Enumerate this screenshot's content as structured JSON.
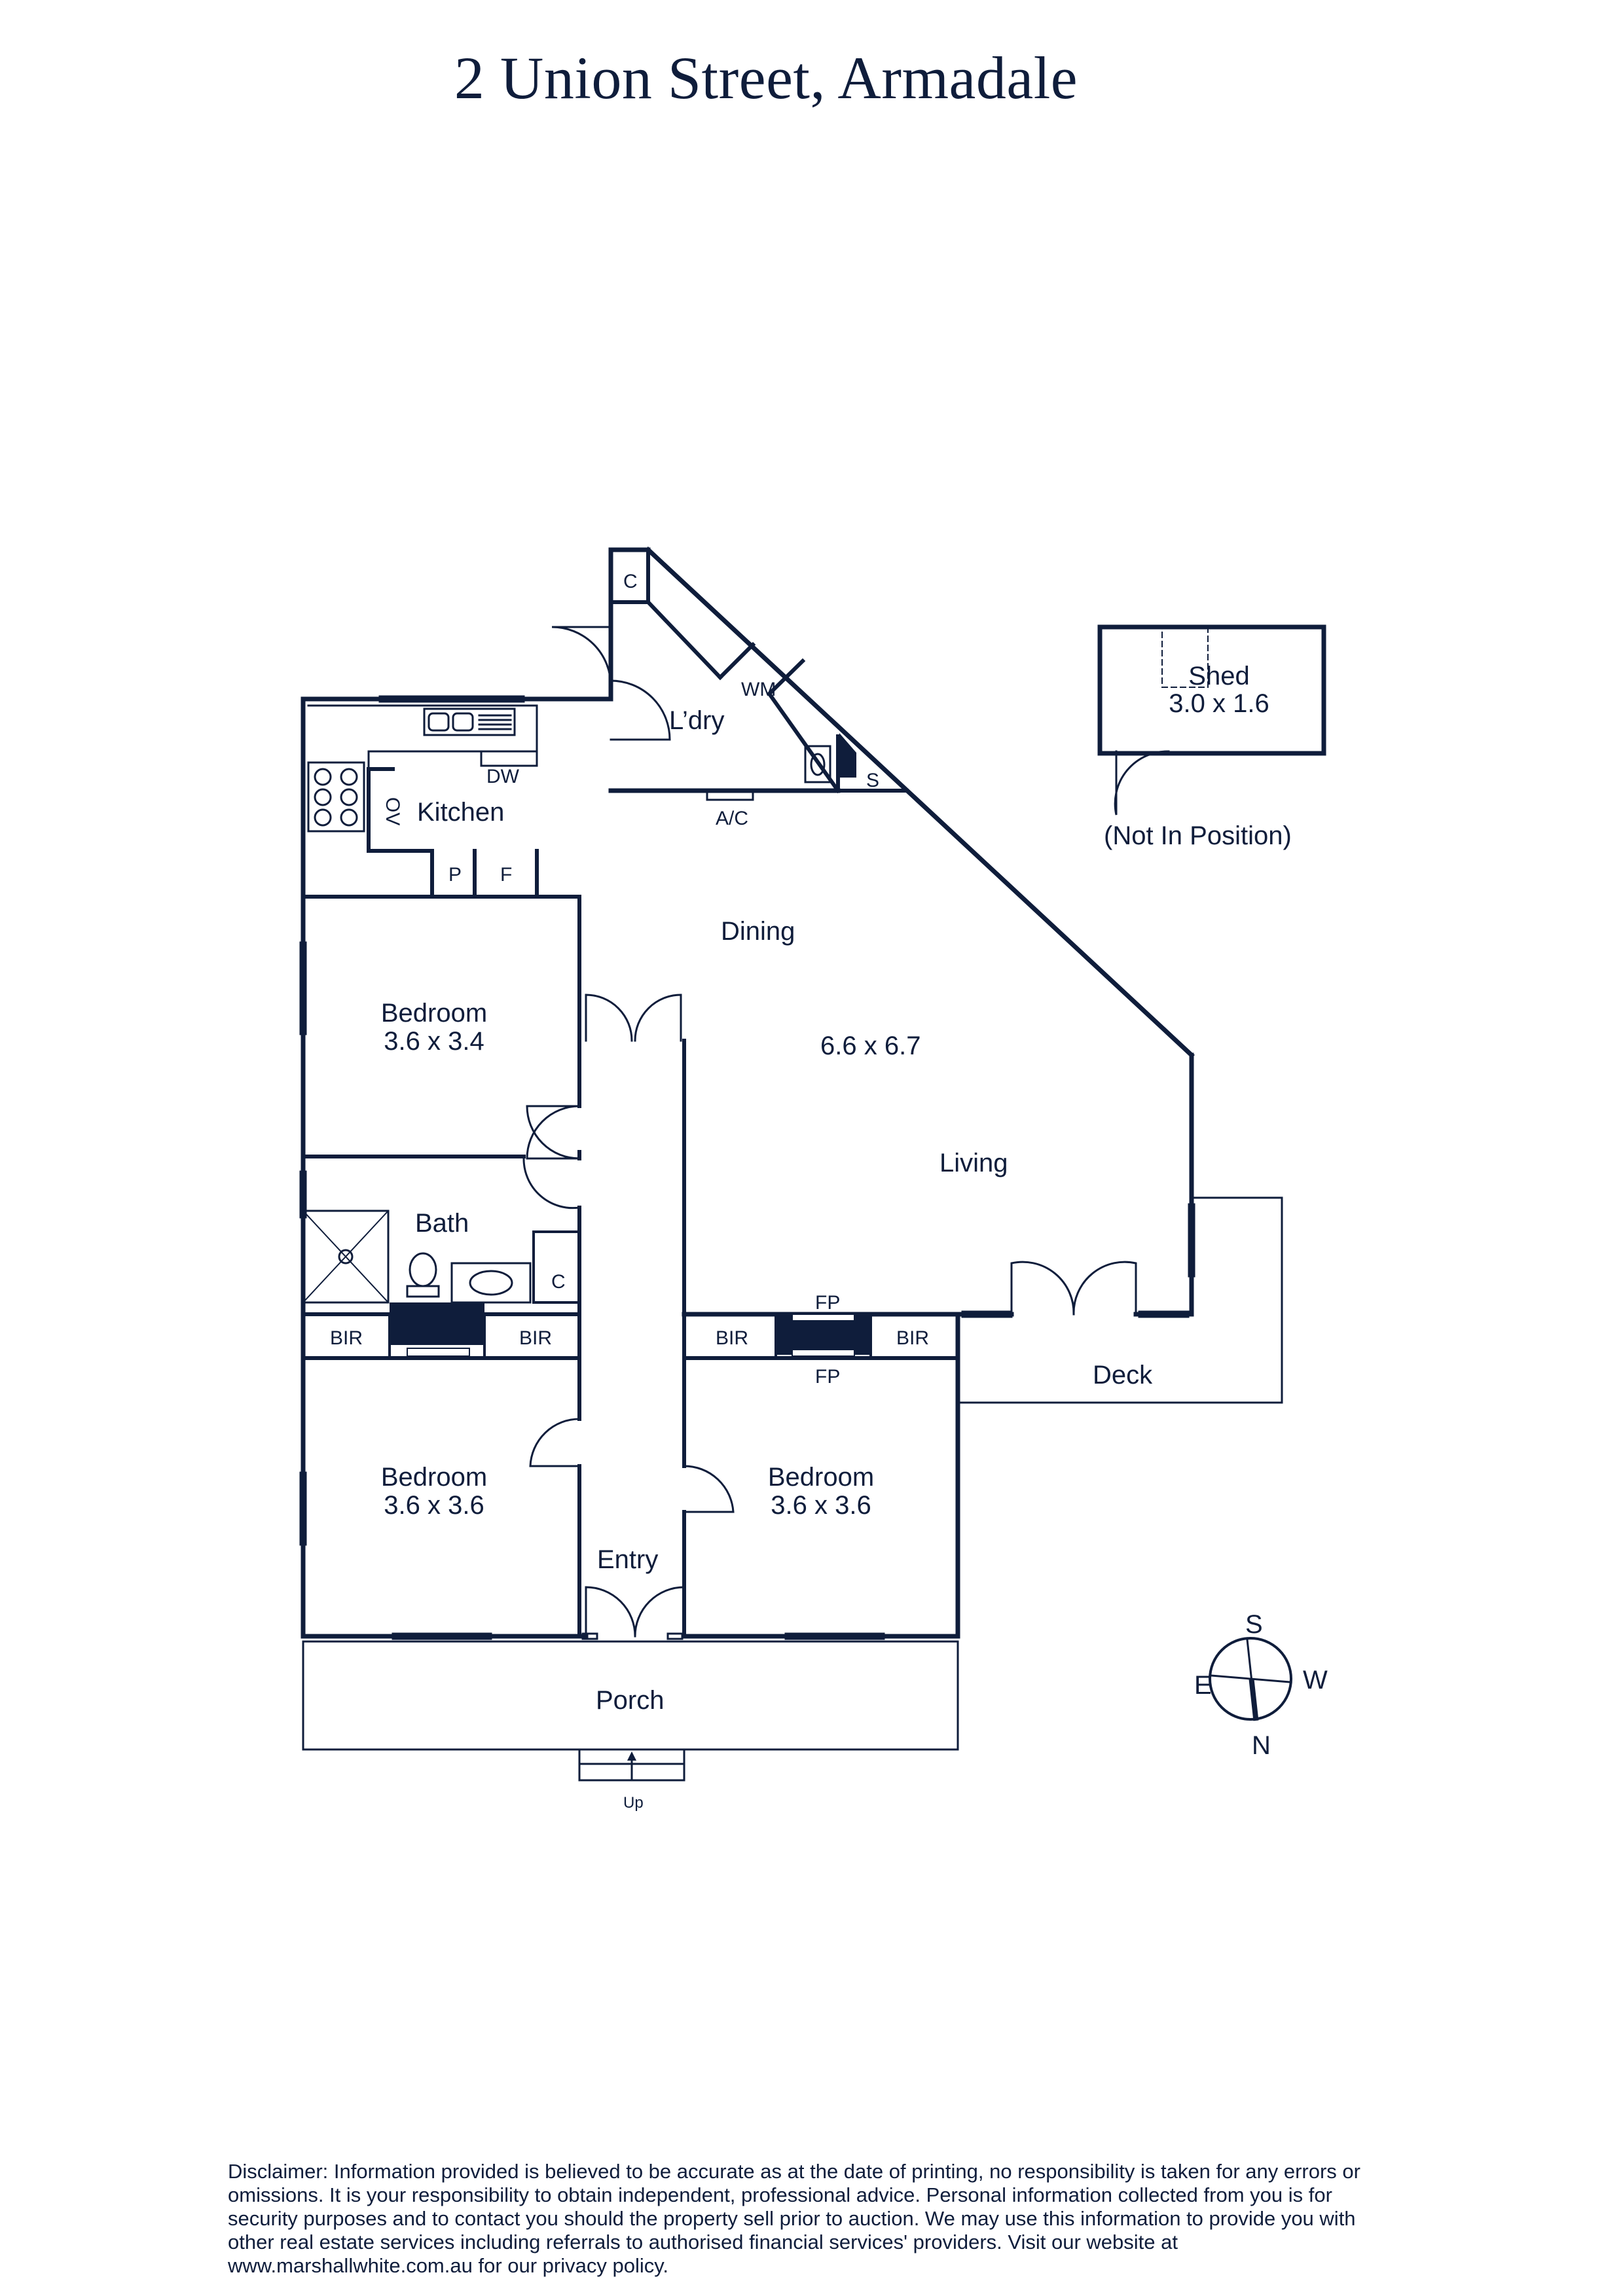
{
  "title": "2 Union Street, Armadale",
  "rooms": {
    "kitchen": "Kitchen",
    "laundry": "L’dry",
    "dining": "Dining",
    "living": "Living",
    "living_dims": "6.6 x 6.7",
    "bedroom1": "Bedroom",
    "bedroom1_dims": "3.6 x 3.4",
    "bath": "Bath",
    "bedroom2": "Bedroom",
    "bedroom2_dims": "3.6 x 3.6",
    "bedroom3": "Bedroom",
    "bedroom3_dims": "3.6 x 3.6",
    "entry": "Entry",
    "porch": "Porch",
    "deck": "Deck",
    "shed": "Shed",
    "shed_dims": "3.0 x 1.6",
    "shed_note": "(Not In Position)"
  },
  "fixtures": {
    "cupboard": "C",
    "washing_machine": "WM",
    "dishwasher": "DW",
    "oven": "OV",
    "pantry": "P",
    "fridge": "F",
    "aircon": "A/C",
    "sink": "S",
    "fireplace": "FP",
    "bir": "BIR",
    "up": "Up"
  },
  "compass": {
    "n": "N",
    "s": "S",
    "e": "E",
    "w": "W"
  },
  "disclaimer": "Disclaimer: Information provided is believed to be accurate as at the date of printing, no responsibility is taken for any errors or omissions. It is your responsibility to obtain independent, professional advice. Personal information collected from you is for security purposes and to contact you should the property sell prior to auction. We may use this information to provide you with other real estate services including referrals to authorised financial services' providers. Visit our website at www.marshallwhite.com.au for our privacy policy."
}
